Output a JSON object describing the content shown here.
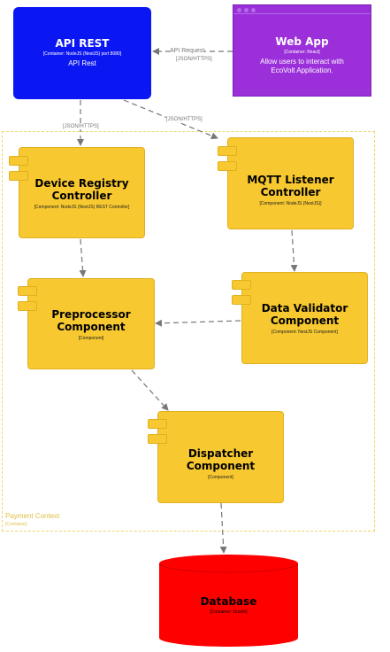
{
  "nodes": {
    "api_rest": {
      "title": "API REST",
      "technology": "[Container: NodeJS (NestJS) port 8080]",
      "description": "API Rest",
      "color": "#0b17f2"
    },
    "web_app": {
      "title": "Web App",
      "technology": "[Container: React]",
      "description": "Allow users to interact with EcoVolt Application.",
      "color": "#9b2fd9"
    },
    "device_registry": {
      "title": "Device Registry Controller",
      "technology": "[Component: NodeJS (NestJS) REST Controller]"
    },
    "mqtt_listener": {
      "title": "MQTT Listener Controller",
      "technology": "[Component: NodeJS (NestJS)]"
    },
    "preprocessor": {
      "title": "Preprocessor Component",
      "technology": "[Component]"
    },
    "data_validator": {
      "title": "Data Validator Component",
      "technology": "[Component: NestJS Component]"
    },
    "dispatcher": {
      "title": "Dispatcher Component",
      "technology": "[Component]"
    },
    "database": {
      "title": "Database",
      "technology": "[Container: Oracle]",
      "color": "#ff0000"
    }
  },
  "boundary": {
    "name": "Payment Context",
    "type": "[Container]"
  },
  "edges": {
    "api_request": {
      "label": "API Request",
      "technology": "[JSON/HTTPS]"
    },
    "api_to_registry": {
      "technology": "[JSON/HTTPS]"
    },
    "api_to_mqtt": {
      "technology": "[JSON/HTTPS]"
    }
  },
  "colors": {
    "component": "#f7c82f",
    "boundary": "#f0d66a",
    "edge": "#777777"
  }
}
